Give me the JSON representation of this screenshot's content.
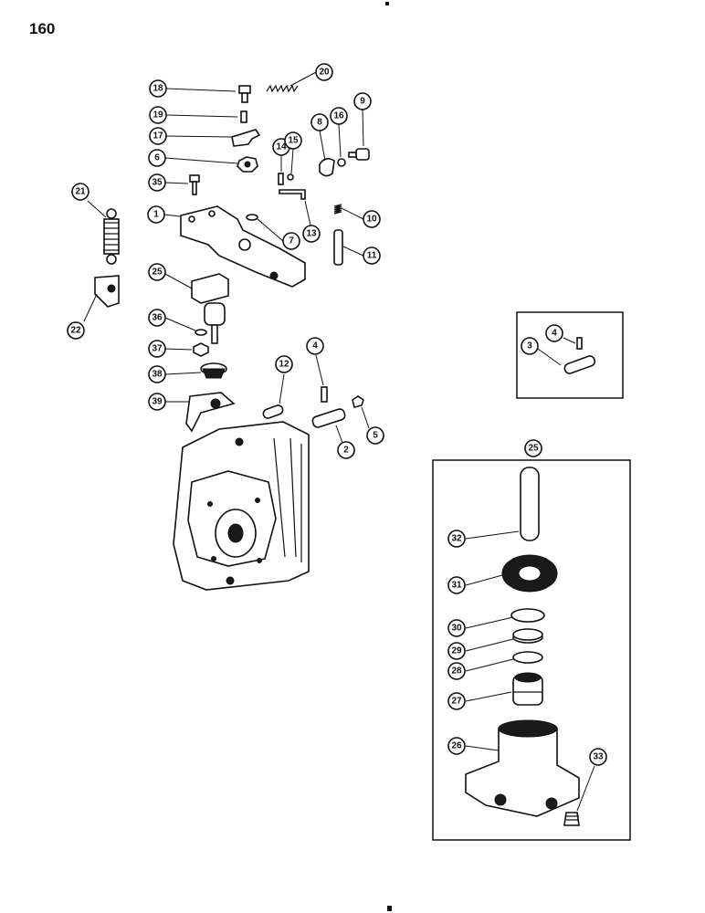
{
  "page_number": "160",
  "callouts": {
    "c18": "18",
    "c20": "20",
    "c19": "19",
    "c17": "17",
    "c8": "8",
    "c16": "16",
    "c9": "9",
    "c14": "14",
    "c15": "15",
    "c6": "6",
    "c35": "35",
    "c21": "21",
    "c1": "1",
    "c7": "7",
    "c13": "13",
    "c10": "10",
    "c11": "11",
    "c25a": "25",
    "c22": "22",
    "c36": "36",
    "c37": "37",
    "c38": "38",
    "c39": "39",
    "c12": "12",
    "c4a": "4",
    "c5": "5",
    "c2": "2",
    "c4b": "4",
    "c3": "3",
    "c25b": "25",
    "c32": "32",
    "c31": "31",
    "c30": "30",
    "c29": "29",
    "c28": "28",
    "c27": "27",
    "c26": "26",
    "c33": "33"
  }
}
